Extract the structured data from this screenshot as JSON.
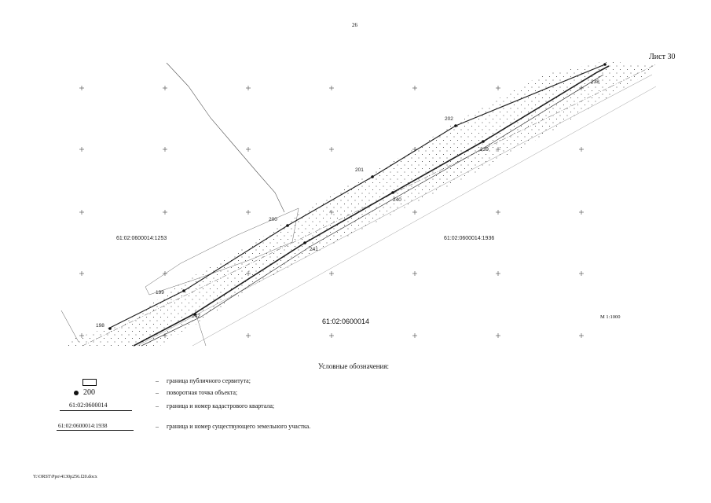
{
  "page_number": "26",
  "sheet": "Лист 30",
  "map": {
    "parcel_labels": [
      "61:02:0600014:1253",
      "61:02:0600014:1936"
    ],
    "quarter_label": "61:02:0600014",
    "scale": "М 1:1000",
    "points": [
      {
        "id": "198"
      },
      {
        "id": "199"
      },
      {
        "id": "200"
      },
      {
        "id": "201"
      },
      {
        "id": "202"
      },
      {
        "id": "238"
      },
      {
        "id": "239"
      },
      {
        "id": "240"
      },
      {
        "id": "241"
      },
      {
        "id": "242"
      }
    ]
  },
  "legend": {
    "title": "Условные обозначения:",
    "items": [
      {
        "symbol": "rect",
        "symbol_text": "",
        "dash": "–",
        "text": "граница публичного сервитута;"
      },
      {
        "symbol": "point",
        "symbol_text": "200",
        "dash": "–",
        "text": "поворотная точка объекта;"
      },
      {
        "symbol": "quarter",
        "symbol_text": "61:02:0600014",
        "dash": "–",
        "text": "граница и номер кадастрового квартала;"
      },
      {
        "symbol": "parcel",
        "symbol_text": "61:02:0600014:1938",
        "dash": "–",
        "text": "граница и номер существующего земельного участка."
      }
    ]
  },
  "footer": "Y:\\ORST\\Ppo\\4130p256.f20.docx"
}
